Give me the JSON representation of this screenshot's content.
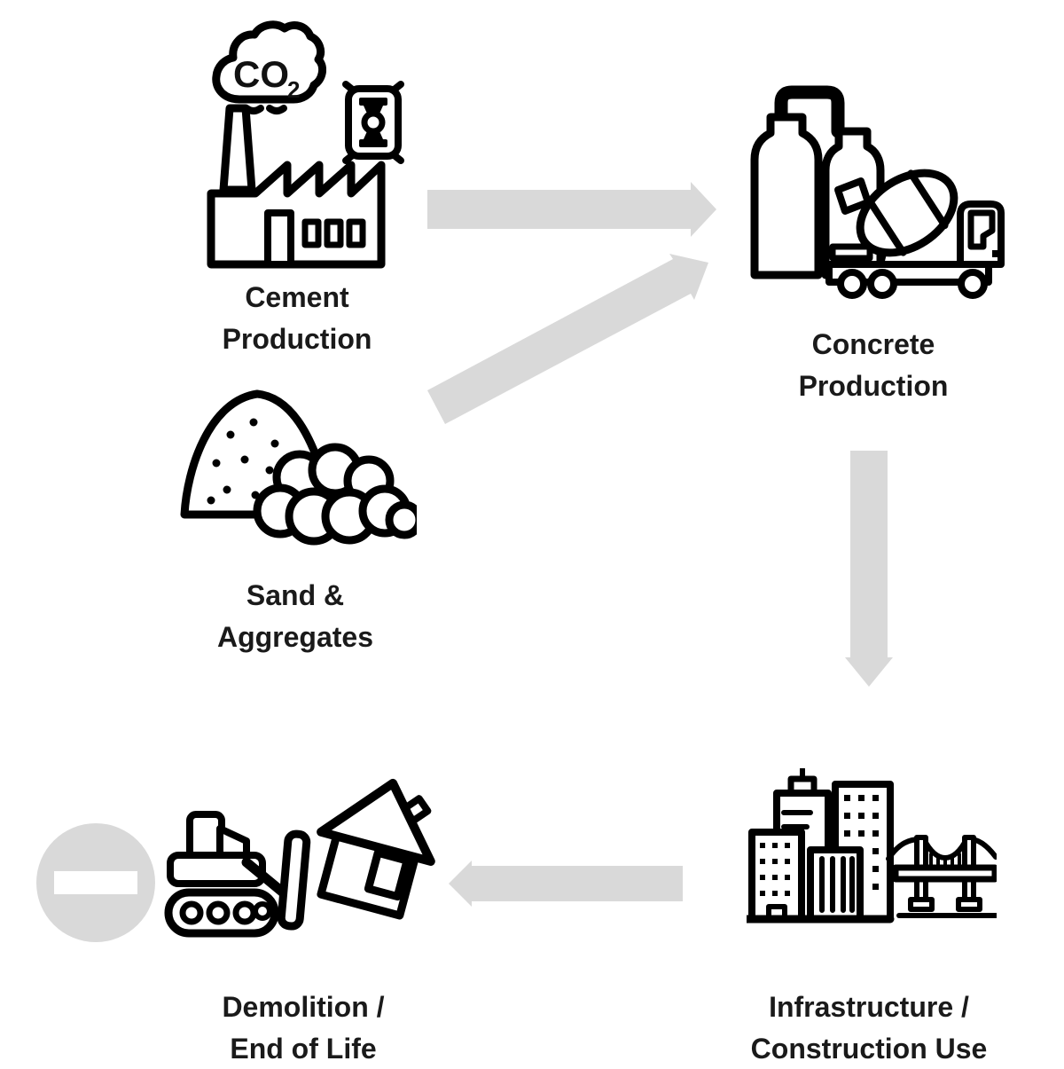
{
  "colors": {
    "background": "#ffffff",
    "arrow": "#d9d9d9",
    "icon_line": "#000000",
    "label_text": "#1a1a1a",
    "prohibition_sign": "#d9d9d9",
    "prohibition_bar": "#ffffff"
  },
  "nodes": {
    "cement_production": {
      "label": "Cement Production",
      "line1": "Cement",
      "line2": "Production",
      "icons": [
        "co2-cloud-icon",
        "cement-bag-icon",
        "factory-icon"
      ]
    },
    "sand_aggregates": {
      "label": "Sand & Aggregates",
      "line1": "Sand &",
      "line2": "Aggregates",
      "icons": [
        "sand-pile-icon",
        "aggregate-rocks-icon"
      ]
    },
    "concrete_production": {
      "label": "Concrete Production",
      "line1": "Concrete",
      "line2": "Production",
      "icons": [
        "silos-icon",
        "mixer-truck-icon"
      ]
    },
    "infrastructure": {
      "label": "Infrastructure / Construction Use",
      "line1": "Infrastructure /",
      "line2": "Construction Use",
      "icons": [
        "city-buildings-icon",
        "suspension-bridge-icon"
      ]
    },
    "demolition": {
      "label": "Demolition / End of Life",
      "line1": "Demolition /",
      "line2": "End of Life",
      "icons": [
        "no-entry-icon",
        "bulldozer-icon",
        "house-icon"
      ]
    }
  },
  "cloud_label": {
    "text": "CO",
    "subscript": "2"
  },
  "connections": [
    {
      "from": "cement_production",
      "to": "concrete_production",
      "direction": "right"
    },
    {
      "from": "sand_aggregates",
      "to": "concrete_production",
      "direction": "up-right"
    },
    {
      "from": "concrete_production",
      "to": "infrastructure",
      "direction": "down"
    },
    {
      "from": "infrastructure",
      "to": "demolition",
      "direction": "left"
    }
  ]
}
